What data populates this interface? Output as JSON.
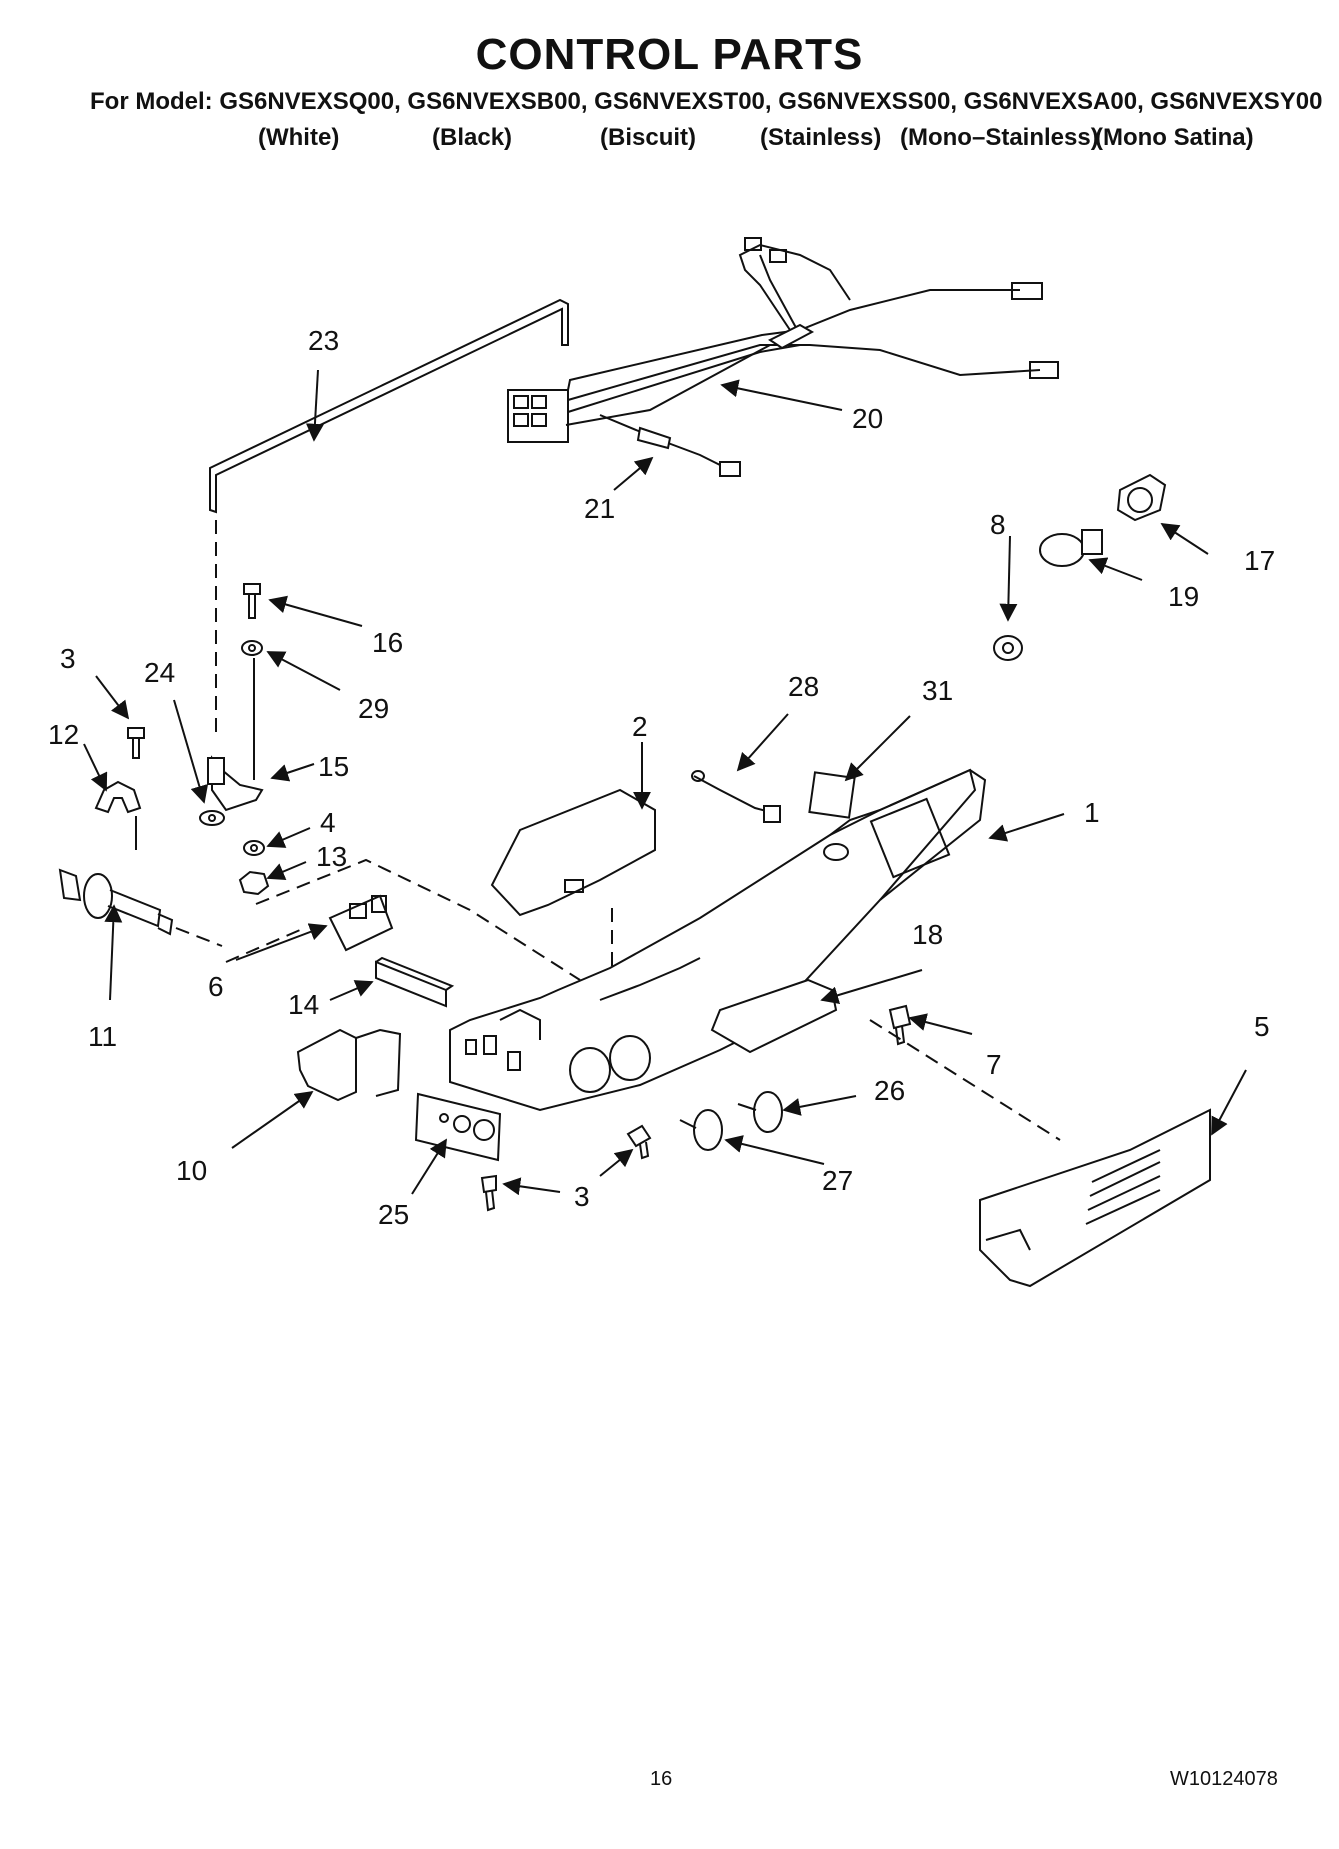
{
  "header": {
    "title": "CONTROL PARTS",
    "models_line": "For Model: GS6NVEXSQ00, GS6NVEXSB00, GS6NVEXST00, GS6NVEXSS00, GS6NVEXSA00, GS6NVEXSY00",
    "colors": [
      "(White)",
      "(Black)",
      "(Biscuit)",
      "(Stainless)",
      "(Mono–Stainless)",
      "(Mono Satina)"
    ]
  },
  "callouts": [
    "1",
    "2",
    "3",
    "3",
    "4",
    "5",
    "6",
    "7",
    "8",
    "10",
    "11",
    "12",
    "13",
    "14",
    "15",
    "16",
    "17",
    "18",
    "19",
    "20",
    "21",
    "23",
    "24",
    "25",
    "26",
    "27",
    "28",
    "29",
    "31"
  ],
  "footer": {
    "page_number": "16",
    "document_number": "W10124078"
  }
}
